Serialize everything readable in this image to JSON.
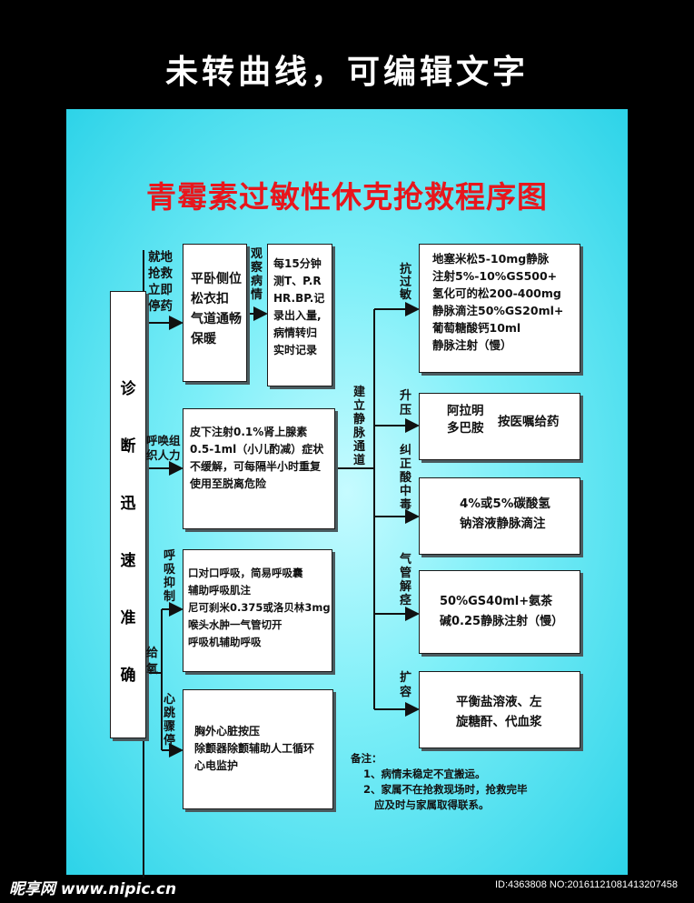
{
  "header": {
    "title": "未转曲线，可编辑文字"
  },
  "title": "青霉素过敏性休克抢救程序图",
  "diagnosis": [
    "诊",
    "断",
    "迅",
    "速",
    "准",
    "确"
  ],
  "branches": {
    "stop_drug": [
      "就地",
      "抢救",
      "立即",
      "停药"
    ],
    "call_help": [
      "呼唤组",
      "织人力"
    ],
    "give_oxygen": [
      "给",
      "氧"
    ],
    "resp_arrest": [
      "呼",
      "吸",
      "抑",
      "制"
    ],
    "cardiac_arrest": [
      "心",
      "跳",
      "骤",
      "停"
    ],
    "observe": [
      "观",
      "察",
      "病",
      "情"
    ],
    "iv_access": [
      "建",
      "立",
      "静",
      "脉",
      "通",
      "道"
    ],
    "anti_allergy": [
      "抗",
      "过",
      "敏"
    ],
    "raise_bp": [
      "升",
      "压"
    ],
    "acidosis": [
      "纠",
      "正",
      "酸",
      "中",
      "毒"
    ],
    "bronchospasm": [
      "气",
      "管",
      "解",
      "痉"
    ],
    "volume": [
      "扩",
      "容"
    ]
  },
  "boxes": {
    "position": [
      "平卧侧位",
      "松衣扣",
      "气道通畅",
      "保暖"
    ],
    "monitor": [
      "每15分钟",
      "测T、P.R",
      "HR.BP.记",
      "录出入量,",
      "病情转归",
      "实时记录"
    ],
    "epinephrine": [
      "皮下注射0.1%肾上腺素",
      "0.5-1ml（小儿酌减）症状",
      "不缓解，可每隔半小时重复",
      "使用至脱离危险"
    ],
    "respiration": [
      "口对口呼吸，简易呼吸囊",
      "辅助呼吸肌注",
      "尼可刹米0.375或洛贝林3mg",
      "喉头水肿一气管切开",
      "呼吸机辅助呼吸"
    ],
    "cpr": [
      "胸外心脏按压",
      "除颤器除颤辅助人工循环",
      "心电监护"
    ],
    "dexamethasone": [
      "地塞米松5-10mg静脉",
      "注射5%-10%GS500+",
      "氢化可的松200-400mg",
      "静脉滴注50%GS20ml+",
      "葡萄糖酸钙10ml",
      "静脉注射（慢）"
    ],
    "vasopressor_left": [
      "阿拉明",
      "多巴胺"
    ],
    "vasopressor_right": "按医嘱给药",
    "bicarbonate": [
      "4%或5%碳酸氢",
      "钠溶液静脉滴注"
    ],
    "aminophylline": [
      "50%GS40ml+氨茶",
      "碱0.25静脉注射（慢）"
    ],
    "expansion": [
      "平衡盐溶液、左",
      "旋糖酐、代血浆"
    ]
  },
  "notes": [
    "备注：",
    "1、病情未稳定不宜搬运。",
    "2、家属不在抢救现场时，抢救完毕",
    "   应及时与家属取得联系。"
  ],
  "footer": {
    "logo": "昵享网 www.nipic.cn",
    "id": "ID:4363808 NO:20161121081413207458"
  },
  "colors": {
    "background": "#000000",
    "panel": "#45dcef",
    "title": "#e8161c"
  }
}
